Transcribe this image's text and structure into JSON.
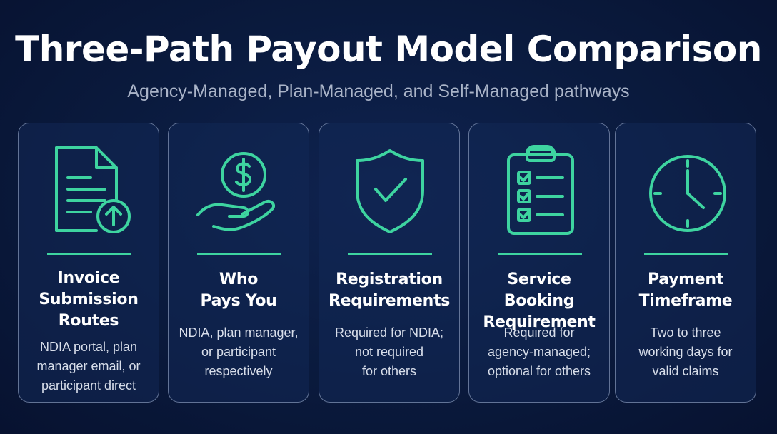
{
  "header": {
    "title": "Three-Path Payout Model Comparison",
    "subtitle": "Agency-Managed, Plan-Managed, and Self-Managed pathways"
  },
  "cards": [
    {
      "icon": "invoice-upload-icon",
      "heading": "Invoice\nSubmission\nRoutes",
      "description": "NDIA portal, plan\nmanager email, or\nparticipant direct"
    },
    {
      "icon": "hand-dollar-icon",
      "heading": "Who\nPays You",
      "description": "NDIA, plan manager,\nor participant\nrespectively"
    },
    {
      "icon": "shield-check-icon",
      "heading": "Registration\nRequirements",
      "description": "Required for NDIA;\nnot required\nfor others"
    },
    {
      "icon": "clipboard-checklist-icon",
      "heading": "Service Booking\nRequirement",
      "description": "Required for\nagency-managed;\noptional for others"
    },
    {
      "icon": "clock-icon",
      "heading": "Payment\nTimeframe",
      "description": "Two to three\nworking days for\nvalid claims"
    }
  ],
  "colors": {
    "accent": "#3ed4a0",
    "background": "#0a1a3d",
    "card_border": "#aab9d7"
  }
}
